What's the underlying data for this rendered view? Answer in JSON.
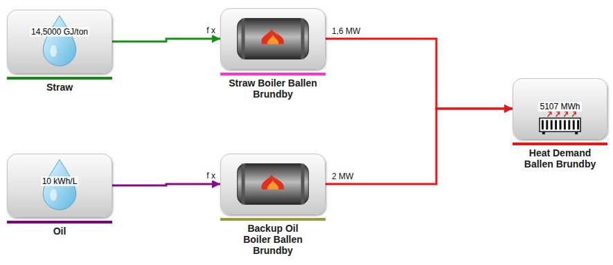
{
  "diagram": {
    "nodes": [
      {
        "text": [
          "14,5000 GJ/ton",
          "Straw"
        ]
      },
      {
        "text": [
          "Straw Boiler Ballen Brundby"
        ]
      },
      {
        "text": [
          "10 kWh/L",
          "Oil"
        ]
      },
      {
        "text": [
          "Backup Oil Boiler Ballen Brundby"
        ]
      },
      {
        "text": [
          "5107 MWh",
          "Heat Demand Ballen Brundby"
        ]
      }
    ],
    "edges": [
      {
        "from": 0,
        "to": 1,
        "arrow": "to",
        "label": "f x"
      },
      {
        "from": 2,
        "to": 3,
        "arrow": "to",
        "label": "f x"
      },
      {
        "from": 1,
        "to": 4,
        "arrow": "to",
        "label": "1,6 MW"
      },
      {
        "from": 3,
        "to": 4,
        "arrow": "to",
        "label": "2 MW"
      }
    ]
  }
}
